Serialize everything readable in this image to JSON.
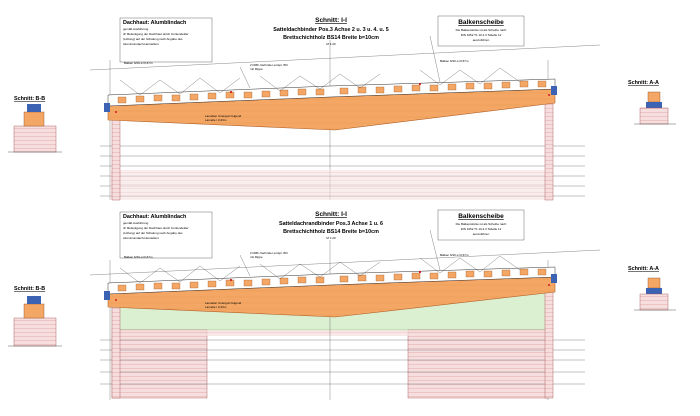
{
  "sections": [
    {
      "title": "Schnitt: I-I",
      "line1": "Satteldachbinder Pos.3 Achse 2 u. 3 u. 4. u. 5",
      "line2": "Brettschichtholz BS14  Breite b=10cm",
      "scale": "M 1:20",
      "left_note_title": "Dachhaut: Alumblindach",
      "left_note_lines": [
        "gemäß Ausführung",
        "df. Befestigung der Dachhaut durch Konlendekler",
        "(Lüftung) auf der Schalung nach Angabe des",
        "Aluminiumdach-Herstellers"
      ],
      "balken_title": "Balkenscheibe",
      "balken_lines": [
        "Die Balkenstücke ist als Scheibe nach",
        "DIN 1052 T1 10.2.3 Tabelle 12",
        "auszuführen"
      ],
      "lamellen_label": "Lamellen Untergurt folgend",
      "lamellen_sub": "Lamelle t 0,33m",
      "bolt_label": "2 DMF-Verbinder entspr. BO",
      "bolt_sub": "mit Rippe",
      "sparren_left": "Balken 6/20 e=0,67m",
      "sparren_right": "Balken 6/20 e=0,67m",
      "section_left": "Schnitt: B-B",
      "section_right": "Schnitt: A-A"
    },
    {
      "title": "Schnitt: I-I",
      "line1": "Satteldachrandbinder Pos.3 Achse 1 u. 6",
      "line2": "Brettschichtholz BS14  Breite b=10cm",
      "scale": "M 1:20",
      "left_note_title": "Dachhaut: Alumblindach",
      "left_note_lines": [
        "gemäß Ausführung",
        "df. Befestigung der Dachhaut durch Konlendekler",
        "(Lüftung) auf der Schalung nach Angabe des",
        "Aluminiumdach-Herstellers"
      ],
      "balken_title": "Balkenscheibe",
      "balken_lines": [
        "Die Balkenstücke ist als Scheibe nach",
        "DIN 1052 T1 10.2.3 Tabelle 12",
        "auszuführen"
      ],
      "lamellen_label": "Lamellen Untergurt folgend",
      "lamellen_sub": "Lamelle t 0,33m",
      "bolt_label": "2 DMF-Verbinder entspr. BO",
      "bolt_sub": "mit Rippe",
      "sparren_left": "Balken 6/20 e=0,67m",
      "sparren_right": "Balken 6/20 e=0,67m",
      "section_left": "Schnitt: B-B",
      "section_right": "Schnitt: A-A"
    }
  ],
  "colors": {
    "beam": "#f4a765",
    "beam_edge": "#b3622a",
    "wall_fill": "#f6dede",
    "wall_hatch": "#d58a8a",
    "green_fill": "#dbf0d0",
    "line": "#333333",
    "blue": "#3b62b3",
    "red": "#d02020"
  }
}
